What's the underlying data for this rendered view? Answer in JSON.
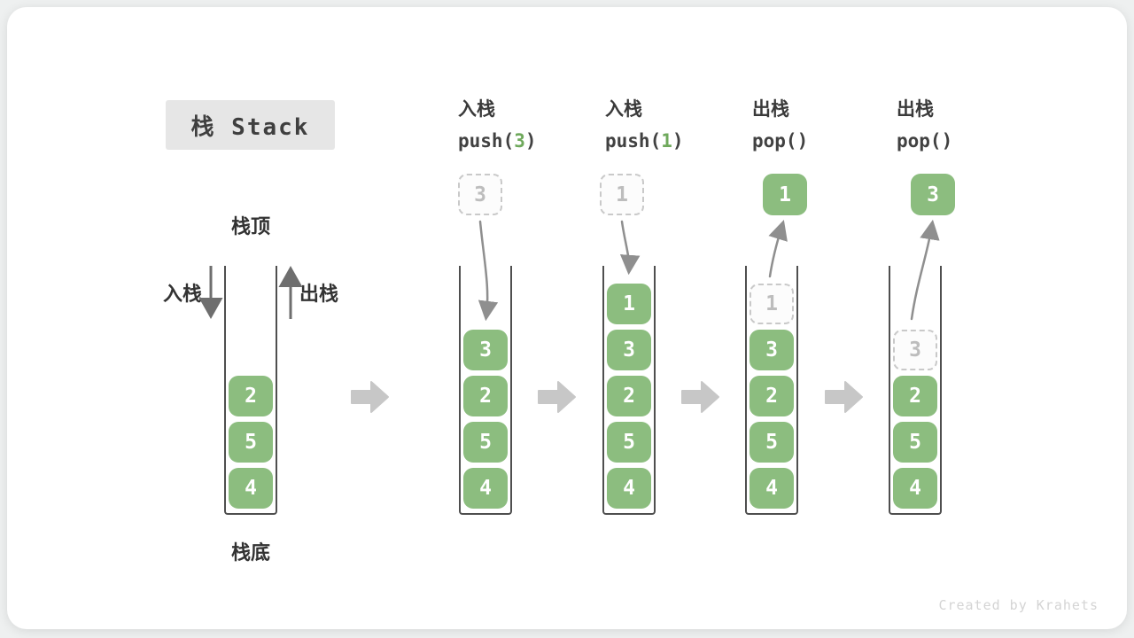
{
  "title": "栈 Stack",
  "watermark": "Created by Krahets",
  "colors": {
    "box_green": "#8CBD7F",
    "code_arg_green": "#6FA95C",
    "wall_gray": "#4f4f4f",
    "flow_arrow_gray": "#8f8f8f",
    "direction_arrow_gray": "#6e6e6e",
    "step_arrow_gray": "#c7c7c7",
    "title_bg": "#e6e6e6",
    "page_bg": "#eef0f0",
    "card_bg": "#ffffff"
  },
  "initial_labels": {
    "stack_top": "栈顶",
    "stack_bottom": "栈底",
    "push": "入栈",
    "pop": "出栈"
  },
  "columns": [
    {
      "name": "initial-stack",
      "items": [
        {
          "value": "2",
          "style": "solid"
        },
        {
          "value": "5",
          "style": "solid"
        },
        {
          "value": "4",
          "style": "solid"
        }
      ]
    },
    {
      "name": "step-push-3",
      "op_label": "入栈",
      "code": {
        "before": "push(",
        "arg": "3",
        "after": ")"
      },
      "floating": {
        "value": "3",
        "style": "dashed"
      },
      "items": [
        {
          "value": "3",
          "style": "solid"
        },
        {
          "value": "2",
          "style": "solid"
        },
        {
          "value": "5",
          "style": "solid"
        },
        {
          "value": "4",
          "style": "solid"
        }
      ]
    },
    {
      "name": "step-push-1",
      "op_label": "入栈",
      "code": {
        "before": "push(",
        "arg": "1",
        "after": ")"
      },
      "floating": {
        "value": "1",
        "style": "dashed"
      },
      "items": [
        {
          "value": "1",
          "style": "solid"
        },
        {
          "value": "3",
          "style": "solid"
        },
        {
          "value": "2",
          "style": "solid"
        },
        {
          "value": "5",
          "style": "solid"
        },
        {
          "value": "4",
          "style": "solid"
        }
      ]
    },
    {
      "name": "step-pop-1",
      "op_label": "出栈",
      "code": {
        "before": "pop(",
        "arg": "",
        "after": ")"
      },
      "floating": {
        "value": "1",
        "style": "solid"
      },
      "items": [
        {
          "value": "1",
          "style": "ghost"
        },
        {
          "value": "3",
          "style": "solid"
        },
        {
          "value": "2",
          "style": "solid"
        },
        {
          "value": "5",
          "style": "solid"
        },
        {
          "value": "4",
          "style": "solid"
        }
      ]
    },
    {
      "name": "step-pop-3",
      "op_label": "出栈",
      "code": {
        "before": "pop(",
        "arg": "",
        "after": ")"
      },
      "floating": {
        "value": "3",
        "style": "solid"
      },
      "items": [
        {
          "value": "3",
          "style": "ghost"
        },
        {
          "value": "2",
          "style": "solid"
        },
        {
          "value": "5",
          "style": "solid"
        },
        {
          "value": "4",
          "style": "solid"
        }
      ]
    }
  ]
}
